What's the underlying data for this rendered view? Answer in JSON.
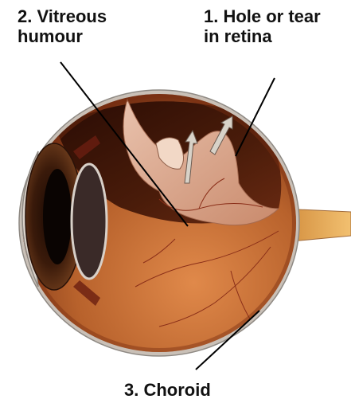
{
  "labels": {
    "hole": {
      "line1": "1. Hole or tear",
      "line2": "in retina"
    },
    "vitreous": {
      "line1": "2. Vitreous",
      "line2": "humour"
    },
    "choroid": {
      "line1": "3. Choroid"
    }
  },
  "colors": {
    "background": "#ffffff",
    "label_text": "#111111",
    "sclera": "#c9c0b7",
    "choroid": "#b85a2a",
    "retina": "#d7a58c",
    "vitreous_dark": "#3c1608",
    "optic_nerve": "#e0a04c",
    "iris": "#4a2410",
    "lens": "#4a3a38"
  }
}
